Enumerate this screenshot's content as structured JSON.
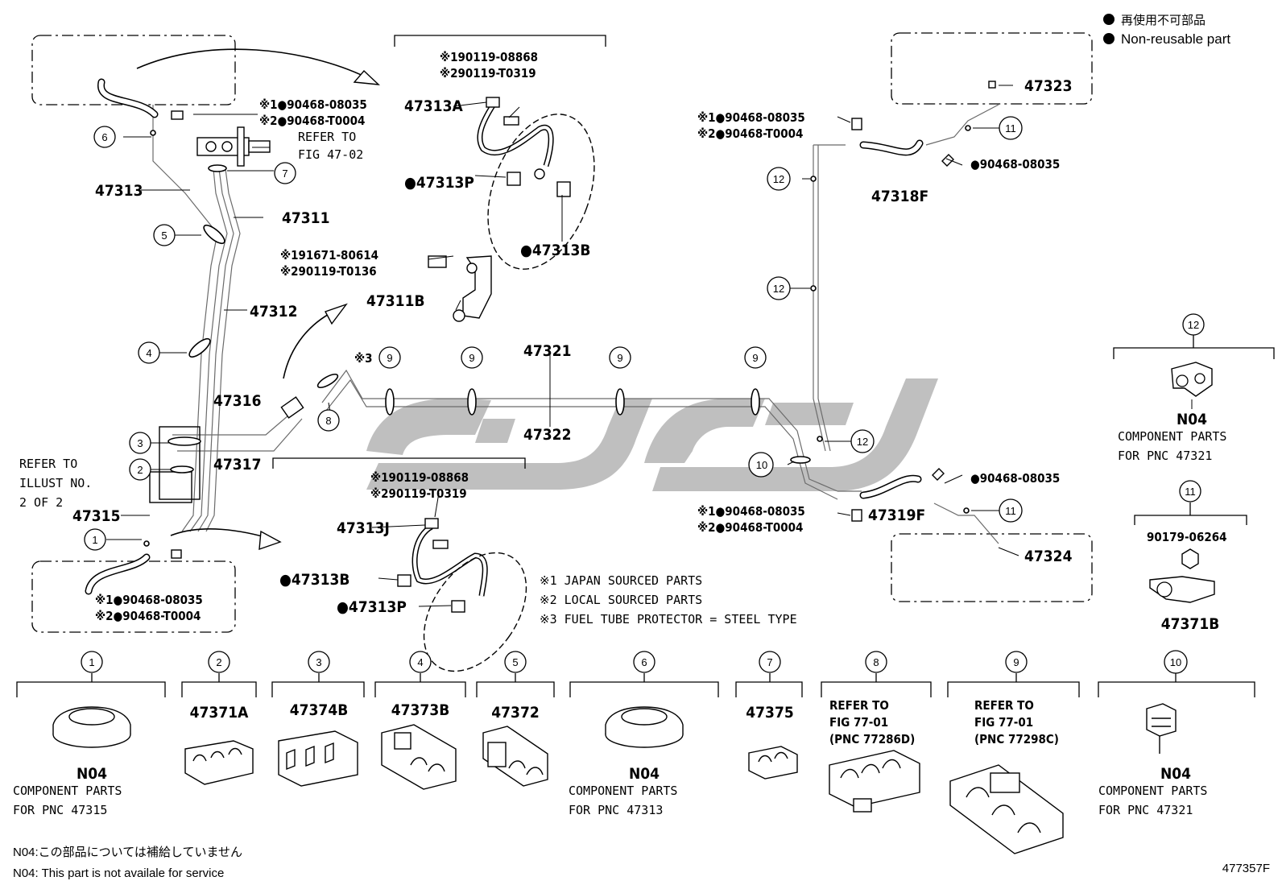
{
  "legend": {
    "jp": "再使用不可部品",
    "en": "Non-reusable part"
  },
  "figure_id": "477357F",
  "footnotes": {
    "n04_jp": "N04:この部品については補給していません",
    "n04_en": "N04: This part is not availale for service"
  },
  "notes": [
    "※1 JAPAN SOURCED PARTS",
    "※2 LOCAL SOURCED PARTS",
    "※3 FUEL TUBE PROTECTOR = STEEL TYPE"
  ],
  "main_labels": {
    "p47313": "47313",
    "p47311": "47311",
    "p47312": "47312",
    "p47316": "47316",
    "p47317": "47317",
    "p47315": "47315",
    "p47321": "47321",
    "p47322": "47322",
    "p47318F": "47318F",
    "p47319F": "47319F",
    "p47323": "47323",
    "p47324": "47324",
    "p47313A": "47313A",
    "p47313P_top": "●47313P",
    "p47313B_top": "●47313B",
    "p47311B": "47311B",
    "p47313J": "47313J",
    "p47313B_bot": "●47313B",
    "p47313P_bot": "●47313P",
    "p90468_r1": "●90468-08035",
    "p90468_r2": "●90468-08035",
    "refer_fig_1": "REFER TO",
    "refer_fig_2": "FIG 47-02",
    "refer_illust_1": "REFER TO",
    "refer_illust_2": "ILLUST NO.",
    "refer_illust_3": "2 OF 2"
  },
  "ref_pairs": {
    "left_top": {
      "a": "※1●90468-08035",
      "b": "※2●90468-T0004"
    },
    "left_bot": {
      "a": "※1●90468-08035",
      "b": "※2●90468-T0004"
    },
    "right_top": {
      "a": "※1●90468-08035",
      "b": "※2●90468-T0004"
    },
    "right_bot": {
      "a": "※1●90468-08035",
      "b": "※2●90468-T0004"
    },
    "hose_top": {
      "a": "※190119-08868",
      "b": "※290119-T0319"
    },
    "hose_bot": {
      "a": "※190119-08868",
      "b": "※290119-T0319"
    },
    "bracket": {
      "a": "※191671-80614",
      "b": "※290119-T0136"
    }
  },
  "callouts": {
    "c1": "1",
    "c2": "2",
    "c3": "3",
    "c4": "4",
    "c5": "5",
    "c6": "6",
    "c7": "7",
    "c8": "8",
    "c9a": "9",
    "c9b": "9",
    "c9c": "9",
    "c9d": "9",
    "c9s": "※3",
    "c10": "10",
    "c11a": "11",
    "c11b": "11",
    "c12a": "12",
    "c12b": "12",
    "c12c": "12"
  },
  "side_parts": {
    "r12": {
      "num": "12",
      "code": "N04",
      "desc1": "COMPONENT PARTS",
      "desc2": "FOR PNC 47321"
    },
    "r11": {
      "num": "11",
      "bolt": "90179-06264",
      "part": "47371B"
    }
  },
  "bottom_parts": [
    {
      "num": "1",
      "pn": "",
      "code": "N04",
      "desc1": "COMPONENT PARTS",
      "desc2": "FOR PNC 47315"
    },
    {
      "num": "2",
      "pn": "47371A"
    },
    {
      "num": "3",
      "pn": "47374B"
    },
    {
      "num": "4",
      "pn": "47373B"
    },
    {
      "num": "5",
      "pn": "47372"
    },
    {
      "num": "6",
      "pn": "",
      "code": "N04",
      "desc1": "COMPONENT PARTS",
      "desc2": "FOR PNC 47313"
    },
    {
      "num": "7",
      "pn": "47375"
    },
    {
      "num": "8",
      "ref1": "REFER TO",
      "ref2": "FIG 77-01",
      "ref3": "(PNC 77286D)"
    },
    {
      "num": "9",
      "ref1": "REFER TO",
      "ref2": "FIG 77-01",
      "ref3": "(PNC 77298C)"
    },
    {
      "num": "10",
      "code": "N04",
      "desc1": "COMPONENT PARTS",
      "desc2": "FOR PNC 47321"
    }
  ],
  "colors": {
    "line": "#000000",
    "pipe": "#6b6b6b",
    "watermark": "#8c8c8c"
  }
}
